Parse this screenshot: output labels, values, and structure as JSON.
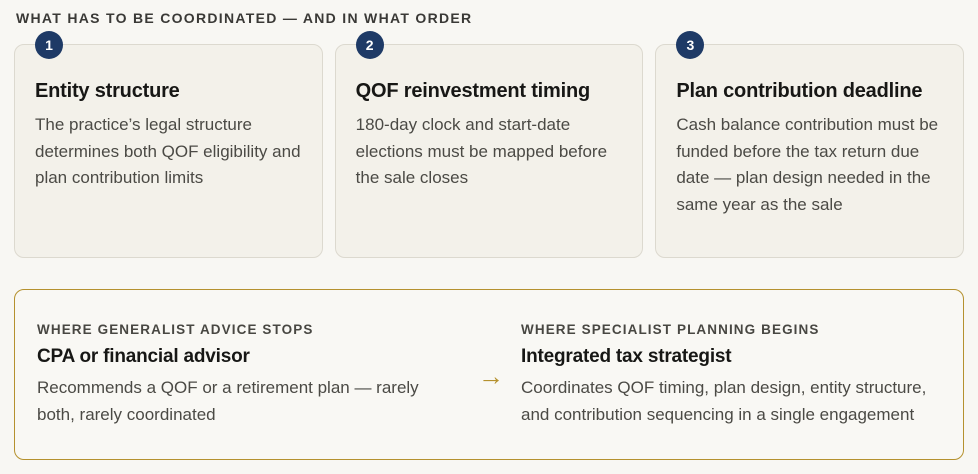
{
  "header": {
    "title": "WHAT HAS TO BE COORDINATED — AND IN WHAT ORDER"
  },
  "cards": [
    {
      "number": "1",
      "title": "Entity structure",
      "body": "The practice’s legal structure determines both QOF eligibility and plan contribution limits"
    },
    {
      "number": "2",
      "title": "QOF reinvestment timing",
      "body": "180-day clock and start-date elections must be mapped before the sale closes"
    },
    {
      "number": "3",
      "title": "Plan contribution deadline",
      "body": "Cash balance contribution must be funded before the tax return due date — plan design needed in the same year as the sale"
    }
  ],
  "comparison": {
    "left": {
      "eyebrow": "WHERE GENERALIST ADVICE STOPS",
      "title": "CPA or financial advisor",
      "body": "Recommends a QOF or a retirement plan — rarely both, rarely coordinated"
    },
    "arrow_icon": "→",
    "right": {
      "eyebrow": "WHERE SPECIALIST PLANNING BEGINS",
      "title": "Integrated tax strategist",
      "body": "Coordinates QOF timing, plan design, entity structure, and contribution sequencing in a single engagement"
    }
  },
  "colors": {
    "page_background": "#f8f7f3",
    "card_background": "#f3f1ea",
    "card_border": "#dcd9cf",
    "badge_navy": "#1e3a66",
    "accent_gold": "#b5912e",
    "title_text": "#171715",
    "body_text": "#4b4a45"
  }
}
